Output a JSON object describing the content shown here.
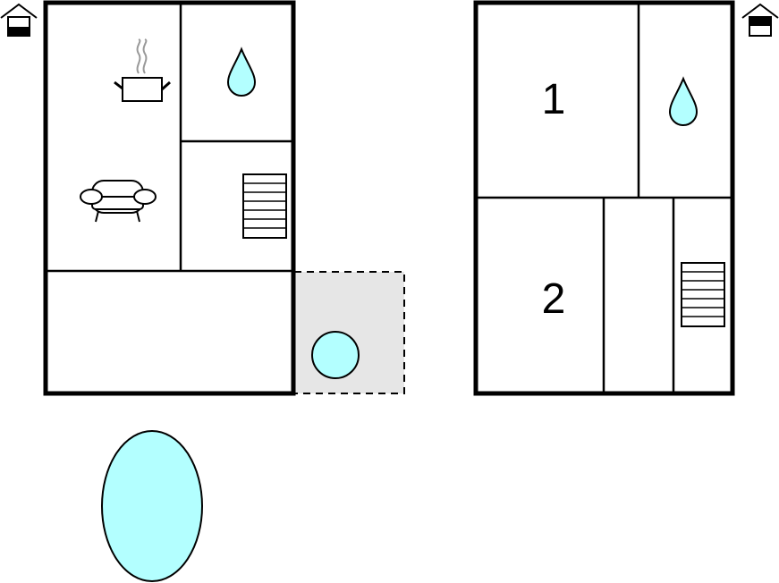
{
  "plan": {
    "ground_floor": {
      "floor_icon": "house-ground-floor-icon",
      "rooms": [
        "kitchen",
        "living-room",
        "bathroom",
        "stairs",
        "room",
        "terrace"
      ],
      "icons": [
        "cooking-pot-icon",
        "sofa-icon",
        "water-drop-icon",
        "staircase-icon",
        "hot-tub-icon"
      ]
    },
    "upper_floor": {
      "floor_icon": "house-upper-floor-icon",
      "bedroom_1_label": "1",
      "bedroom_2_label": "2",
      "icons": [
        "water-drop-icon",
        "staircase-icon"
      ]
    },
    "outdoor": {
      "icons": [
        "swimming-pool-icon"
      ]
    },
    "colors": {
      "walls": "#000000",
      "water": "#b3ffff",
      "terrace": "#e6e6e6",
      "steam": "#999999"
    }
  }
}
